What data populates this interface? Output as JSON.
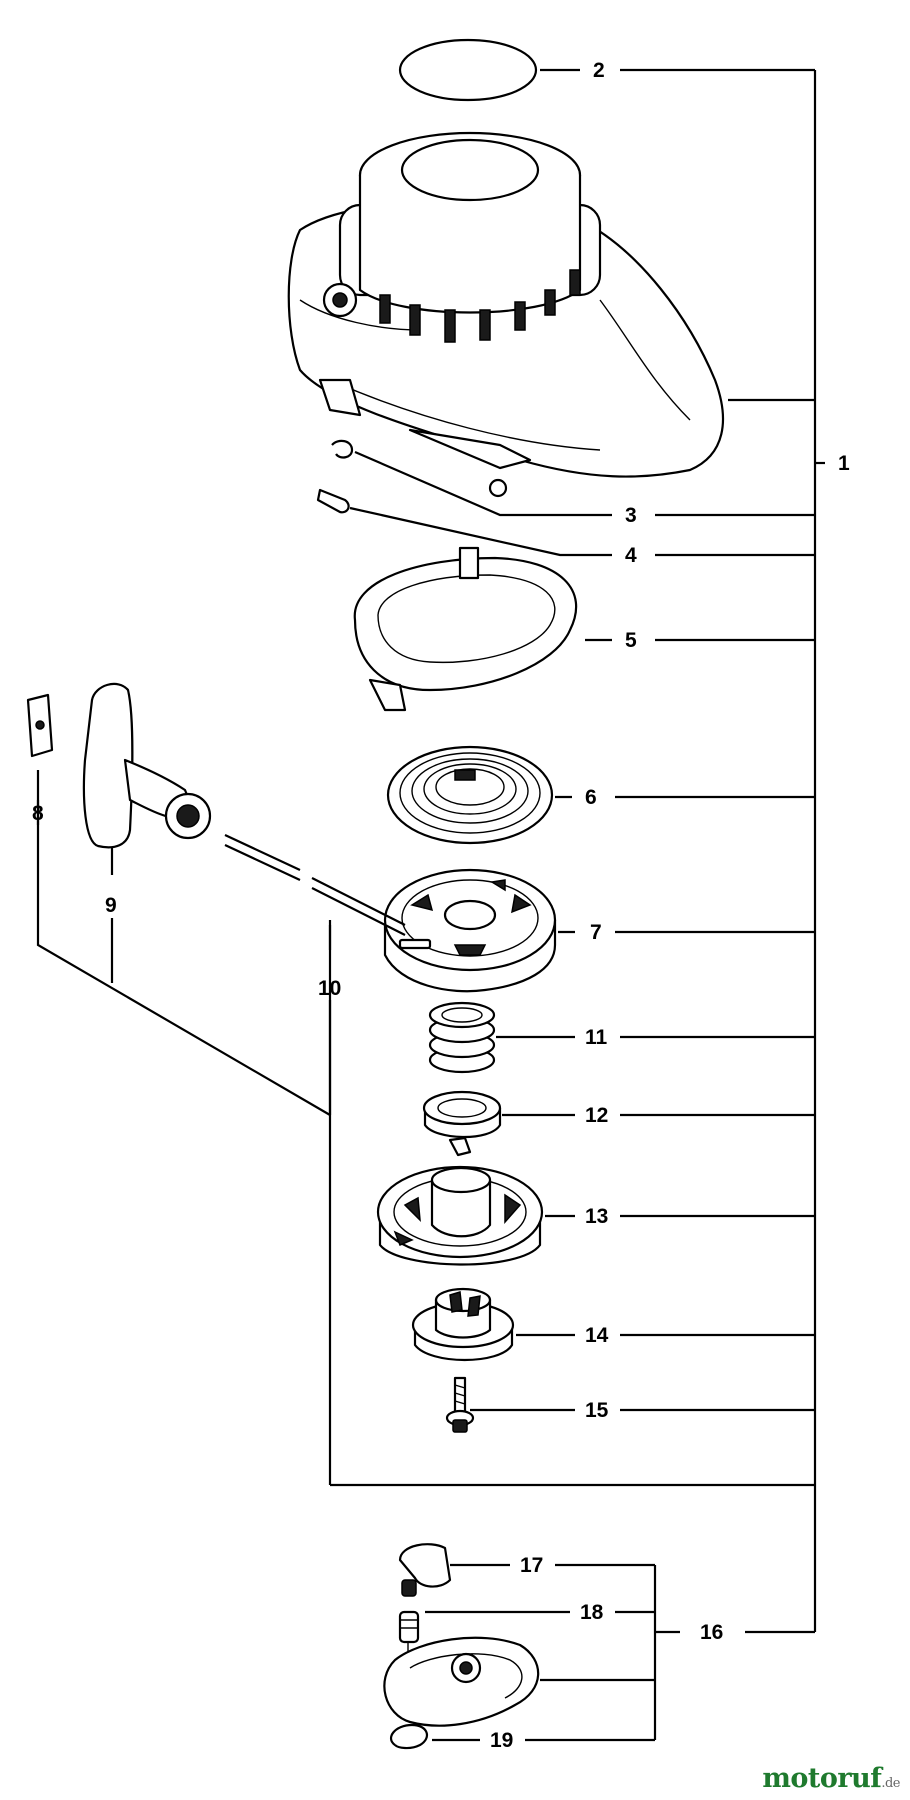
{
  "diagram": {
    "callouts": [
      "1",
      "2",
      "3",
      "4",
      "5",
      "6",
      "7",
      "8",
      "9",
      "10",
      "11",
      "12",
      "13",
      "14",
      "15",
      "16",
      "17",
      "18",
      "19"
    ]
  },
  "watermark": {
    "name": "motoruf",
    "tld": ".de"
  }
}
